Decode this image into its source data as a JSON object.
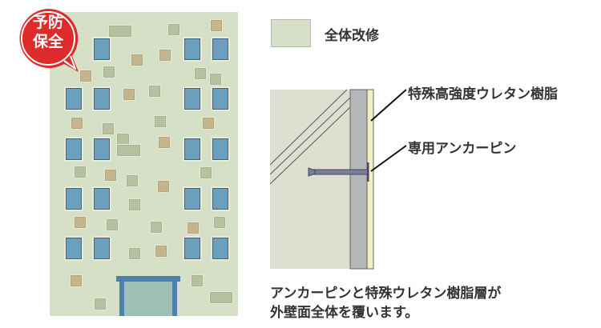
{
  "badge": {
    "line1": "予防",
    "line2": "保全",
    "color": "#dd2a2b"
  },
  "legend": {
    "label": "全体改修",
    "swatch_color": "#d5e0c6"
  },
  "building": {
    "wall_color": "#d5e0c6",
    "window_color": "#6a9fbe",
    "door_frame_color": "#4f7fae",
    "door_color": "#9cc0b3"
  },
  "section": {
    "callouts": [
      {
        "label": "特殊高強度ウレタン樹脂"
      },
      {
        "label": "専用アンカーピン"
      }
    ],
    "colors": {
      "concrete": "#dedfd0",
      "mortar": "#b4b6b8",
      "resin": "#f3efc1",
      "pin": "#7a7f97"
    }
  },
  "caption": {
    "line1": "アンカーピンと特殊ウレタン樹脂層が",
    "line2": "外壁面全体を覆います。"
  }
}
